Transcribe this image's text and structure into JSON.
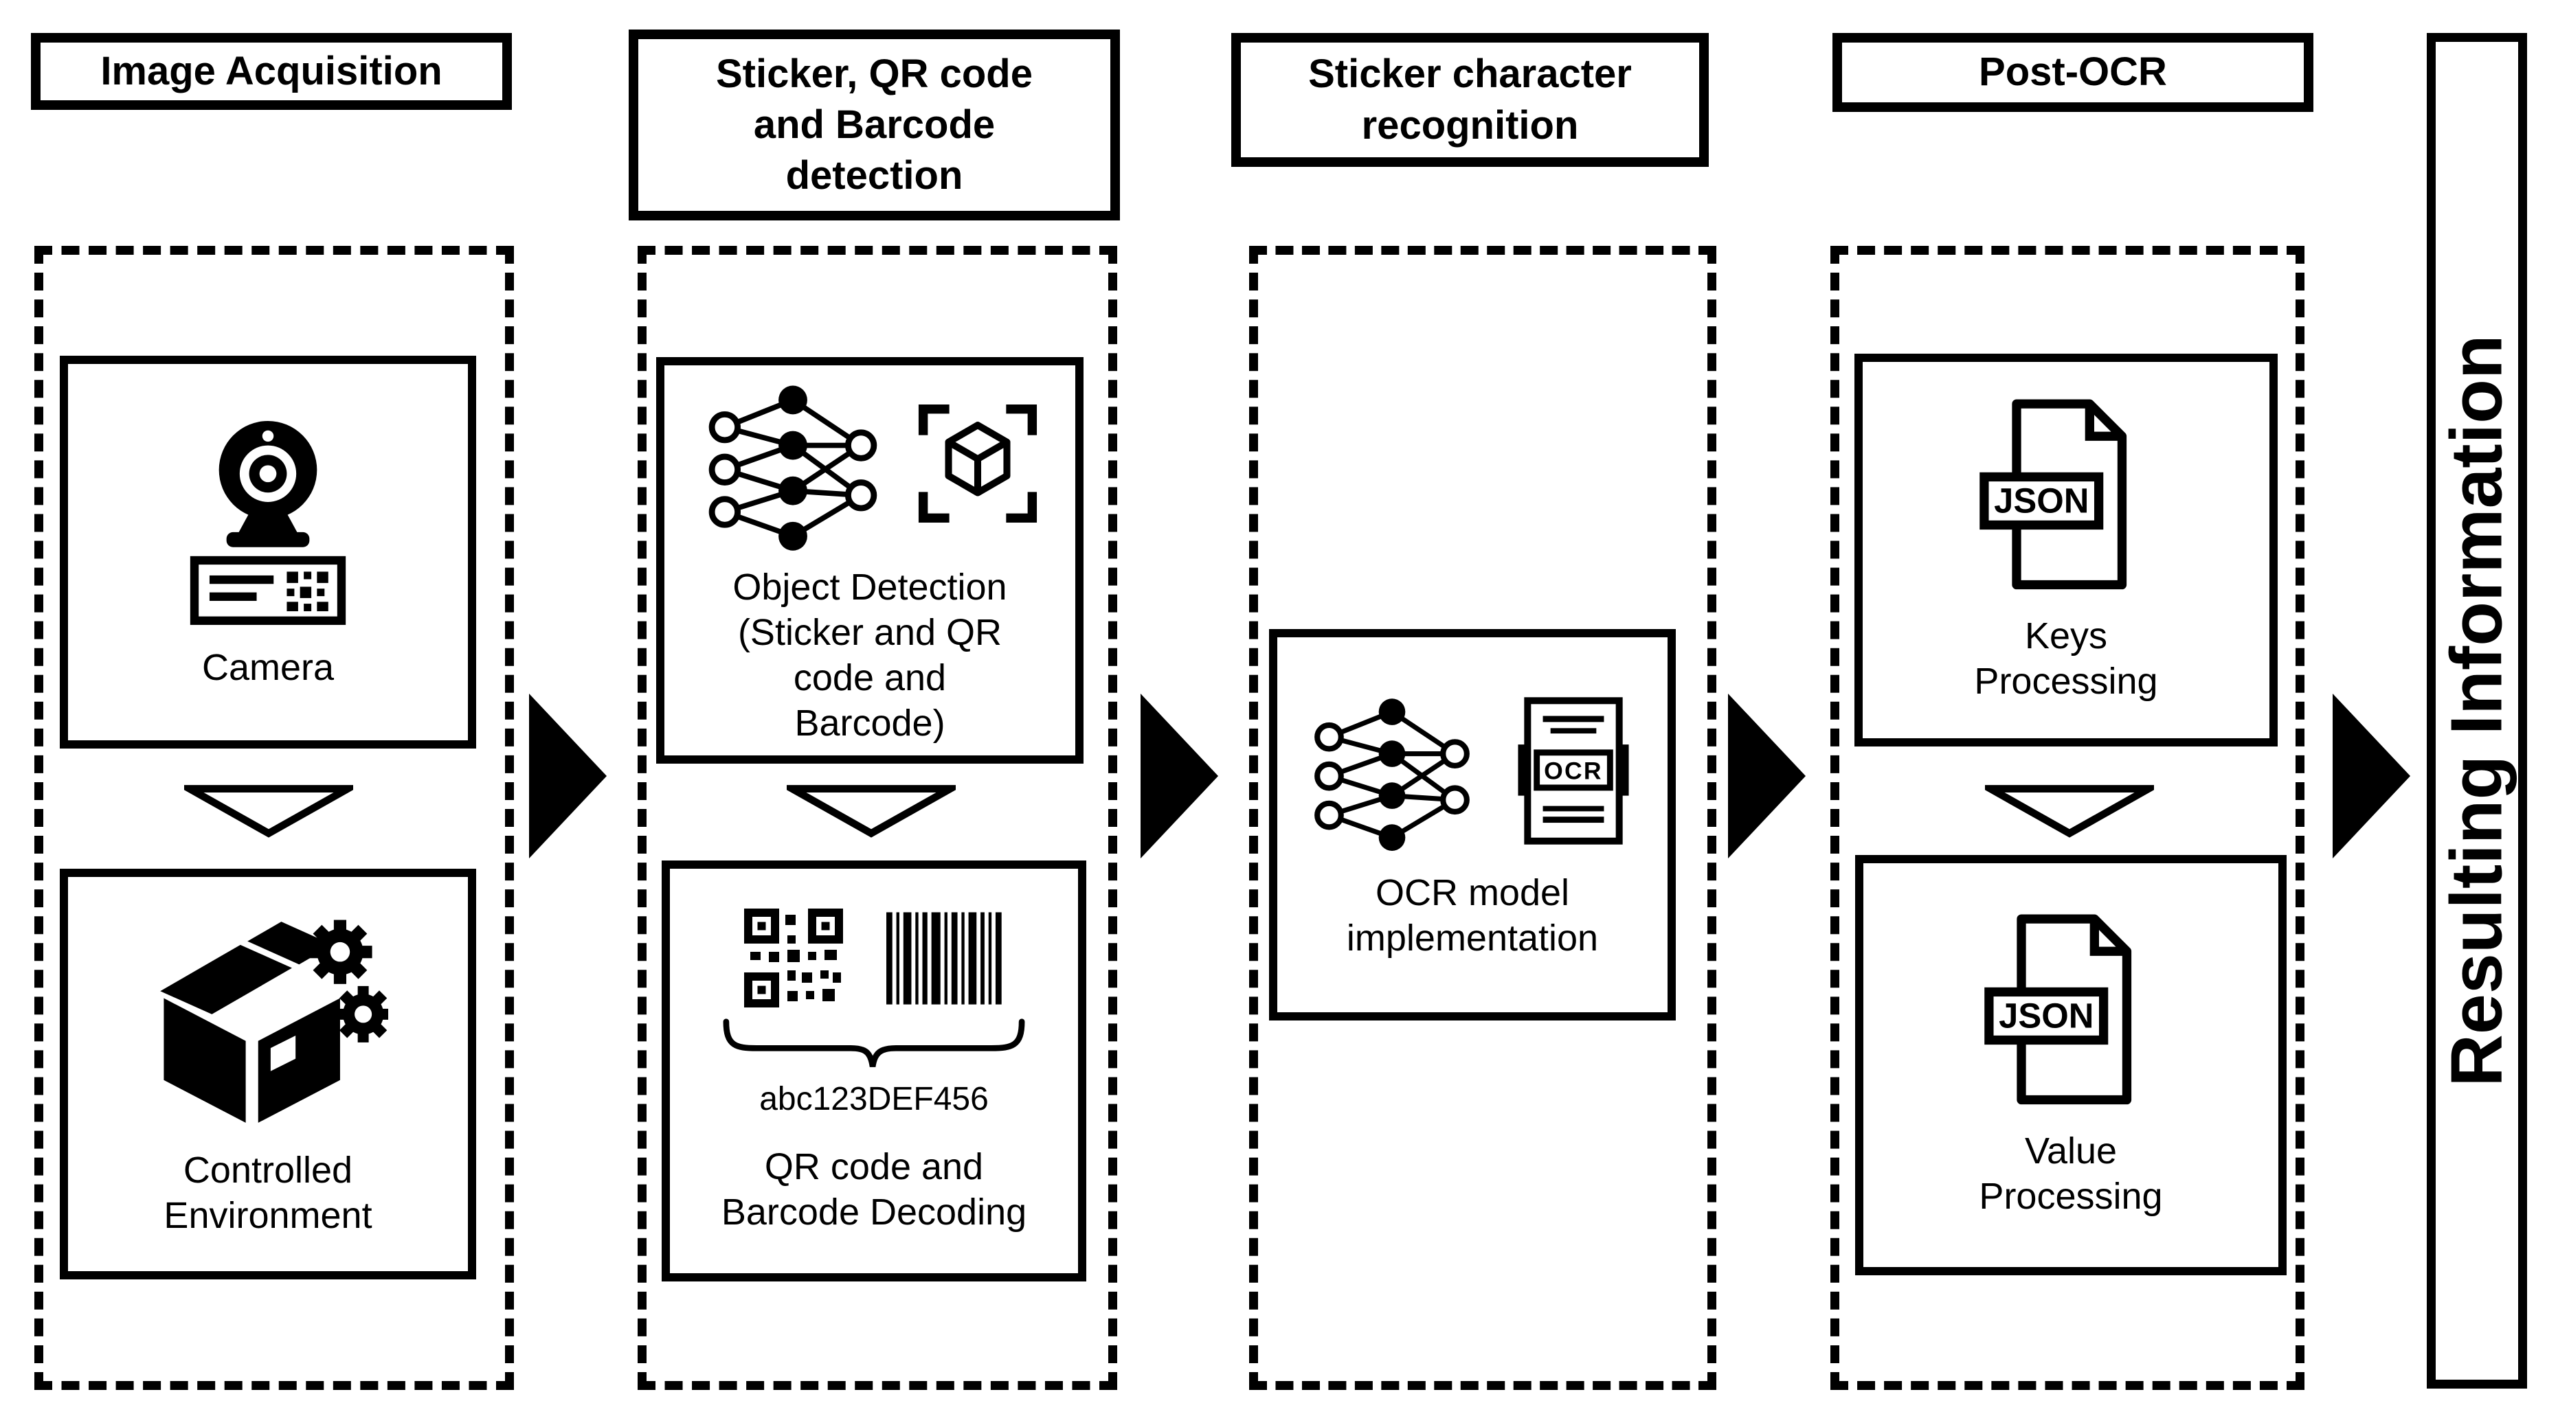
{
  "diagram": {
    "colors": {
      "foreground": "#000000",
      "background": "#ffffff"
    },
    "stages": [
      {
        "title": "Image Acquisition",
        "steps": [
          {
            "label": "Camera",
            "icon": "webcam-label-icon"
          },
          {
            "label": "Controlled Environment",
            "icon": "box-gears-icon"
          }
        ]
      },
      {
        "title": "Sticker, QR code and Barcode detection",
        "steps": [
          {
            "label": "Object Detection (Sticker and QR code and Barcode)",
            "icon": "neural-network-object-scan-icon"
          },
          {
            "label": "QR code and Barcode Decoding",
            "icon": "qr-barcode-icon",
            "decoded_text": "abc123DEF456"
          }
        ]
      },
      {
        "title": "Sticker character recognition",
        "steps": [
          {
            "label": "OCR model implementation",
            "icon": "neural-network-ocr-document-icon"
          }
        ]
      },
      {
        "title": "Post-OCR",
        "steps": [
          {
            "label": "Keys Processing",
            "icon": "json-file-icon"
          },
          {
            "label": "Value Processing",
            "icon": "json-file-icon"
          }
        ]
      }
    ],
    "result_bar": {
      "label": "Resulting Information"
    },
    "icon_texts": {
      "ocr": "OCR",
      "json": "JSON"
    }
  }
}
